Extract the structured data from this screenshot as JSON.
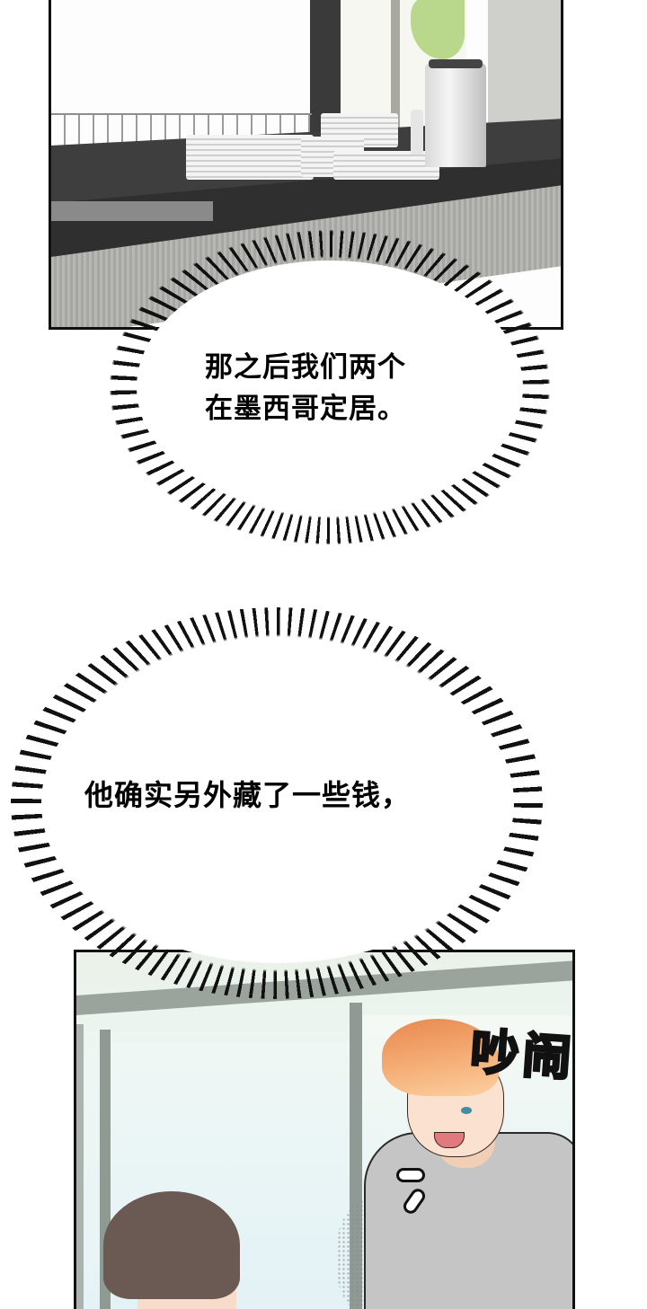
{
  "panels": [
    {
      "id": "panel-1",
      "scene": "kitchen counter with stacked white plates, electric kettle, window with tree and balcony railing"
    },
    {
      "id": "panel-2",
      "scene": "orange-haired man in grey t-shirt speaking to brown-haired boy in kitchen",
      "sound_effect": "吵闹"
    }
  ],
  "bubbles": [
    {
      "id": "bubble-1",
      "style": "burst",
      "lines": [
        "那之后我们两个",
        "在墨西哥定居。"
      ]
    },
    {
      "id": "bubble-2",
      "style": "burst",
      "lines": [
        "他确实另外藏了一些钱，"
      ]
    }
  ],
  "colors": {
    "background": "#ffffff",
    "panel_border": "#111111",
    "counter": "#3e3e3e",
    "hair_orange": "#f2a46a",
    "shirt_grey": "#c5c5c5",
    "glass_tint": "#e6f3f6"
  }
}
